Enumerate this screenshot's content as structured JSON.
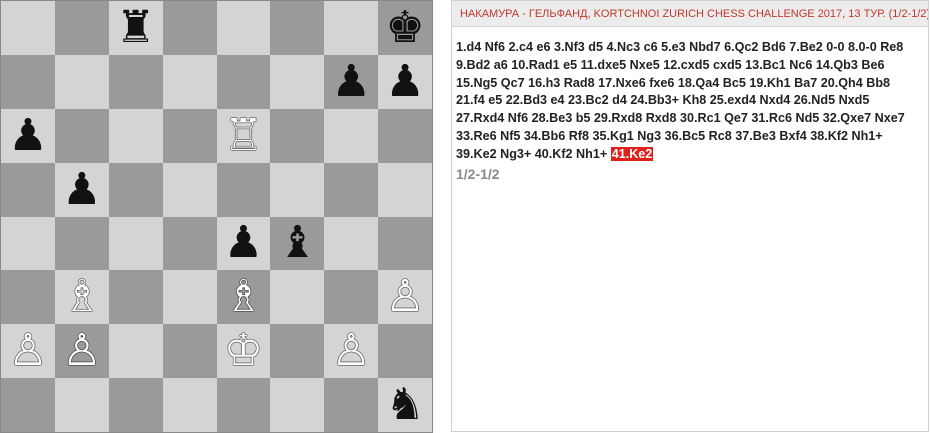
{
  "colors": {
    "light_square": "#d4d4d4",
    "dark_square": "#9a9a9a",
    "header_text": "#c0392b",
    "highlight": "#e0201b",
    "result_text": "#8a8a8a"
  },
  "board": {
    "ranks": [
      [
        null,
        null,
        "bR",
        null,
        null,
        null,
        null,
        "bK"
      ],
      [
        null,
        null,
        null,
        null,
        null,
        null,
        "bP",
        "bP"
      ],
      [
        "bP",
        null,
        null,
        null,
        "wR",
        null,
        null,
        null
      ],
      [
        null,
        "bP",
        null,
        null,
        null,
        null,
        null,
        null
      ],
      [
        null,
        null,
        null,
        null,
        "bP",
        "bB",
        null,
        null
      ],
      [
        null,
        "wB",
        null,
        null,
        "wB",
        null,
        null,
        "wP"
      ],
      [
        "wP",
        "wP",
        null,
        null,
        "wK",
        null,
        "wP",
        null
      ],
      [
        null,
        null,
        null,
        null,
        null,
        null,
        null,
        "bN"
      ]
    ],
    "piece_icons": {
      "wK": {
        "glyph": "♔",
        "name": "white-king-icon"
      },
      "wQ": {
        "glyph": "♕",
        "name": "white-queen-icon"
      },
      "wR": {
        "glyph": "♖",
        "name": "white-rook-icon"
      },
      "wB": {
        "glyph": "♗",
        "name": "white-bishop-icon"
      },
      "wN": {
        "glyph": "♘",
        "name": "white-knight-icon"
      },
      "wP": {
        "glyph": "♙",
        "name": "white-pawn-icon"
      },
      "bK": {
        "glyph": "♚",
        "name": "black-king-icon"
      },
      "bQ": {
        "glyph": "♛",
        "name": "black-queen-icon"
      },
      "bR": {
        "glyph": "♜",
        "name": "black-rook-icon"
      },
      "bB": {
        "glyph": "♝",
        "name": "black-bishop-icon"
      },
      "bN": {
        "glyph": "♞",
        "name": "black-knight-icon"
      },
      "bP": {
        "glyph": "♟",
        "name": "black-pawn-icon"
      }
    }
  },
  "panel": {
    "header": "НАКАМУРА - ГЕЛЬФАНД, KORTCHNOI ZURICH CHESS CHALLENGE 2017, 13 ТУР. (1/2-1/2)",
    "moves_text": "1.d4 Nf6 2.c4 e6 3.Nf3 d5 4.Nc3 c6 5.e3 Nbd7 6.Qc2 Bd6 7.Be2 0-0 8.0-0 Re8 9.Bd2 a6 10.Rad1 e5 11.dxe5 Nxe5 12.cxd5 cxd5 13.Bc1 Nc6 14.Qb3 Be6 15.Ng5 Qc7 16.h3 Rad8 17.Nxe6 fxe6 18.Qa4 Bc5 19.Kh1 Ba7 20.Qh4 Bb8 21.f4 e5 22.Bd3 e4 23.Bc2 d4 24.Bb3+ Kh8 25.exd4 Nxd4 26.Nd5 Nxd5 27.Rxd4 Nf6 28.Be3 b5 29.Rxd8 Rxd8 30.Rc1 Qe7 31.Rc6 Nd5 32.Qxe7 Nxe7 33.Re6 Nf5 34.Bb6 Rf8 35.Kg1 Ng3 36.Bc5 Rc8 37.Be3 Bxf4 38.Kf2 Nh1+ 39.Ke2 Ng3+ 40.Kf2 Nh1+",
    "current_move": "41.Ke2",
    "result": "1/2-1/2"
  }
}
